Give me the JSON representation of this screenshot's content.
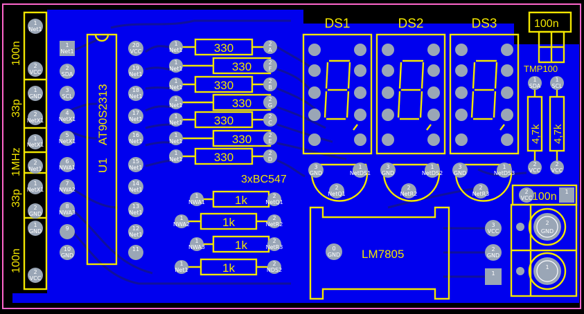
{
  "colors": {
    "background": "#000000",
    "board": "#0000ee",
    "trace": "#10119a",
    "silkscreen": "#f2e600",
    "pad": "#9aa6b6",
    "border": "#ff66cc"
  },
  "left_caps": [
    {
      "label": "100n"
    },
    {
      "label": "33p"
    },
    {
      "label": "1MHz"
    },
    {
      "label": "33p"
    },
    {
      "label": "100n"
    }
  ],
  "left_header": {
    "pads": [
      {
        "num": "1",
        "sig": "Net1"
      },
      {
        "num": "2",
        "sig": "VCC"
      },
      {
        "num": "1",
        "sig": "GND"
      },
      {
        "num": "2",
        "sig": "NetX1"
      },
      {
        "num": "1",
        "sig": "NetX1"
      },
      {
        "num": "2",
        "sig": "Net1"
      },
      {
        "num": "1",
        "sig": "NetX1"
      },
      {
        "num": "2",
        "sig": "GND"
      },
      {
        "num": "1",
        "sig": "GND"
      },
      {
        "num": "2",
        "sig": "VCC"
      }
    ]
  },
  "u1": {
    "label": "U1",
    "part": "AT90S2313",
    "left_pads": [
      {
        "num": "1",
        "sig": "Net1"
      },
      {
        "num": "2",
        "sig": "SDA"
      },
      {
        "num": "3",
        "sig": "SCL"
      },
      {
        "num": "4",
        "sig": "NetX1"
      },
      {
        "num": "5",
        "sig": "NetX1"
      },
      {
        "num": "6",
        "sig": "NWA1"
      },
      {
        "num": "7",
        "sig": "NWA2"
      },
      {
        "num": "8",
        "sig": "NWA3"
      },
      {
        "num": "9",
        "sig": ""
      },
      {
        "num": "10",
        "sig": "GND"
      }
    ],
    "right_pads": [
      {
        "num": "20",
        "sig": "VCC"
      },
      {
        "num": "19",
        "sig": "Net1"
      },
      {
        "num": "18",
        "sig": "Net1"
      },
      {
        "num": "17",
        "sig": "Net1"
      },
      {
        "num": "16",
        "sig": "Net1"
      },
      {
        "num": "15",
        "sig": "Net1"
      },
      {
        "num": "14",
        "sig": "Net1"
      },
      {
        "num": "13",
        "sig": "Net1"
      },
      {
        "num": "12",
        "sig": "Net1"
      },
      {
        "num": "11",
        "sig": ""
      }
    ]
  },
  "seg_resistors": [
    {
      "value": "330",
      "pin1": "Net1",
      "pin2": "A"
    },
    {
      "value": "330",
      "pin1": "Net1",
      "pin2": "F"
    },
    {
      "value": "330",
      "pin1": "Net1",
      "pin2": "B"
    },
    {
      "value": "330",
      "pin1": "Net1",
      "pin2": "G"
    },
    {
      "value": "330",
      "pin1": "Net1",
      "pin2": "C"
    },
    {
      "value": "330",
      "pin1": "Net1",
      "pin2": "E"
    },
    {
      "value": "330",
      "pin1": "Net1",
      "pin2": "D"
    }
  ],
  "displays": [
    {
      "label": "DS1"
    },
    {
      "label": "DS2"
    },
    {
      "label": "DS3"
    }
  ],
  "transistor_note": "3xBC547",
  "transistors": [
    {
      "p3": "GND",
      "p1": "NetDS1",
      "p2": "NetQ1"
    },
    {
      "p3": "GND",
      "p1": "NetDS2",
      "p2": "NetR2"
    },
    {
      "p3": "GND",
      "p1": "NetDS3",
      "p2": "NetR3"
    }
  ],
  "base_resistors": [
    {
      "value": "1k",
      "pin1": "NWA1",
      "pin2": "NetQ1"
    },
    {
      "value": "1k",
      "pin1": "NWA2",
      "pin2": "NetR2"
    },
    {
      "value": "1k",
      "pin1": "NWA3",
      "pin2": "NetR3"
    },
    {
      "value": "1k",
      "pin1": "Net1",
      "pin2": "NDS2"
    }
  ],
  "regulator": {
    "label": "LM7805",
    "tab_pad": {
      "num": "0",
      "sig": "GND"
    },
    "pins": [
      {
        "num": "3",
        "sig": "VCC"
      },
      {
        "num": "2",
        "sig": "GND"
      },
      {
        "num": "1",
        "sig": ""
      }
    ]
  },
  "top_right_cap": {
    "label": "100n"
  },
  "tmp100": {
    "label": "TMP100"
  },
  "pullups": {
    "value": "4,7k",
    "pads": [
      {
        "num": "1",
        "sig": "SDA"
      },
      {
        "num": "1",
        "sig": "SCL"
      },
      {
        "num": "2",
        "sig": "VCC"
      },
      {
        "num": "2",
        "sig": "VCC"
      }
    ]
  },
  "power_cap": {
    "label": "100n",
    "pads": [
      {
        "num": "2",
        "sig": "VCC"
      },
      {
        "num": "1",
        "sig": ""
      }
    ]
  },
  "power_connector": {
    "pads": [
      {
        "num": "2",
        "sig": "GND"
      },
      {
        "num": "1",
        "sig": ""
      }
    ]
  }
}
